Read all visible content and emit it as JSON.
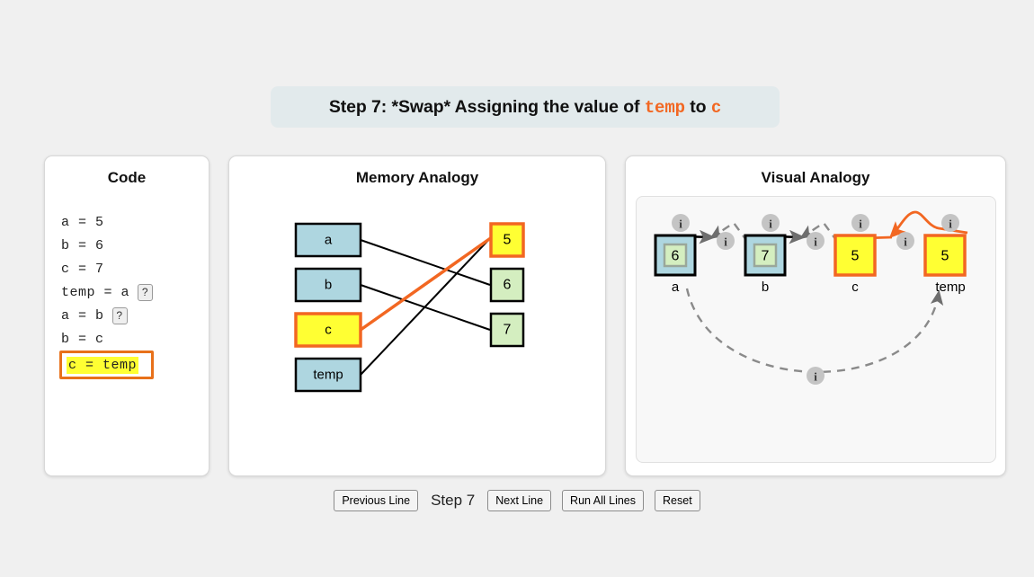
{
  "title": {
    "prefix": "Step 7: *Swap* Assigning the value of ",
    "var_from": "temp",
    "middle": " to ",
    "var_to": "c"
  },
  "colors": {
    "accent_orange": "#f26722",
    "highlight_yellow": "#ffff33",
    "var_blue": "#aed6e0",
    "value_green": "#d4eec0",
    "badge_gray": "#c4c4c4",
    "page_bg": "#f0f0f0",
    "banner_bg": "#e2eaec"
  },
  "code_panel": {
    "title": "Code",
    "lines": [
      {
        "text": "a = 5",
        "hint": null,
        "active": false
      },
      {
        "text": "b = 6",
        "hint": null,
        "active": false
      },
      {
        "text": "c = 7",
        "hint": null,
        "active": false
      },
      {
        "text": "temp = a",
        "hint": "?",
        "active": false
      },
      {
        "text": "a = b",
        "hint": "?",
        "active": false
      },
      {
        "text": "b = c",
        "hint": null,
        "active": false
      },
      {
        "text": "c = temp",
        "hint": null,
        "active": true
      }
    ]
  },
  "memory_panel": {
    "title": "Memory Analogy",
    "variables": [
      {
        "name": "a",
        "highlighted": false
      },
      {
        "name": "b",
        "highlighted": false
      },
      {
        "name": "c",
        "highlighted": true
      },
      {
        "name": "temp",
        "highlighted": false
      }
    ],
    "values": [
      {
        "value": "5",
        "highlighted": true
      },
      {
        "value": "6",
        "highlighted": false
      },
      {
        "value": "7",
        "highlighted": false
      }
    ],
    "links": [
      {
        "from": "a",
        "to": "6",
        "highlighted": false
      },
      {
        "from": "b",
        "to": "7",
        "highlighted": false
      },
      {
        "from": "c",
        "to": "5",
        "highlighted": true
      },
      {
        "from": "temp",
        "to": "5",
        "highlighted": false
      }
    ]
  },
  "visual_panel": {
    "title": "Visual Analogy",
    "boxes": [
      {
        "name": "a",
        "value": "6",
        "highlighted": false
      },
      {
        "name": "b",
        "value": "7",
        "highlighted": false
      },
      {
        "name": "c",
        "value": "5",
        "highlighted": true
      },
      {
        "name": "temp",
        "value": "5",
        "highlighted": true
      }
    ],
    "info_badges": [
      {
        "label": "i"
      },
      {
        "label": "i"
      },
      {
        "label": "i"
      },
      {
        "label": "i"
      },
      {
        "label": "i"
      },
      {
        "label": "i"
      },
      {
        "label": "i"
      },
      {
        "label": "i"
      },
      {
        "label": "i"
      }
    ]
  },
  "controls": {
    "previous_line": "Previous Line",
    "step_indicator": "Step 7",
    "next_line": "Next Line",
    "run_all_lines": "Run All Lines",
    "reset": "Reset"
  }
}
